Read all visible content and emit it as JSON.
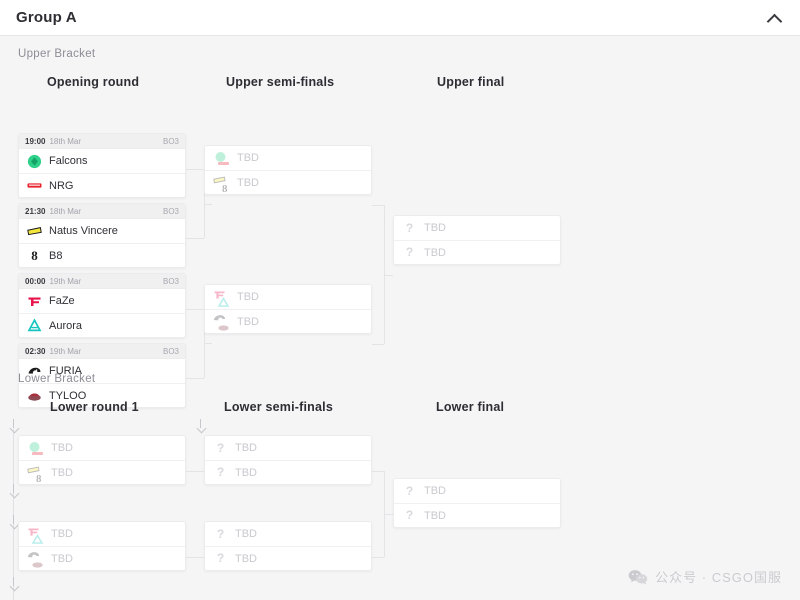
{
  "header": {
    "title": "Group A",
    "collapse_icon": "chevron-up-icon"
  },
  "sections": {
    "upper_label": "Upper Bracket",
    "lower_label": "Lower Bracket"
  },
  "rounds": {
    "upper": [
      "Opening round",
      "Upper semi-finals",
      "Upper final"
    ],
    "lower": [
      "Lower round 1",
      "Lower semi-finals",
      "Lower final"
    ]
  },
  "tbd_label": "TBD",
  "format_label": "BO3",
  "upper_opening": [
    {
      "time": "19:00",
      "date": "18th Mar",
      "format": "BO3",
      "teams": [
        {
          "name": "Falcons",
          "logo": "falcons-logo"
        },
        {
          "name": "NRG",
          "logo": "nrg-logo"
        }
      ]
    },
    {
      "time": "21:30",
      "date": "18th Mar",
      "format": "BO3",
      "teams": [
        {
          "name": "Natus Vincere",
          "logo": "navi-logo"
        },
        {
          "name": "B8",
          "logo": "b8-logo"
        }
      ]
    },
    {
      "time": "00:00",
      "date": "19th Mar",
      "format": "BO3",
      "teams": [
        {
          "name": "FaZe",
          "logo": "faze-logo"
        },
        {
          "name": "Aurora",
          "logo": "aurora-logo"
        }
      ]
    },
    {
      "time": "02:30",
      "date": "19th Mar",
      "format": "BO3",
      "teams": [
        {
          "name": "FURIA",
          "logo": "furia-logo"
        },
        {
          "name": "TYLOO",
          "logo": "tyloo-logo"
        }
      ]
    }
  ],
  "upper_semifinals": [
    {
      "teams": [
        {
          "name": "TBD"
        },
        {
          "name": "TBD"
        }
      ]
    },
    {
      "teams": [
        {
          "name": "TBD"
        },
        {
          "name": "TBD"
        }
      ]
    }
  ],
  "upper_final": {
    "teams": [
      {
        "name": "TBD"
      },
      {
        "name": "TBD"
      }
    ]
  },
  "lower_round1": [
    {
      "teams": [
        {
          "name": "TBD"
        },
        {
          "name": "TBD"
        }
      ]
    },
    {
      "teams": [
        {
          "name": "TBD"
        },
        {
          "name": "TBD"
        }
      ]
    }
  ],
  "lower_semifinals": [
    {
      "teams": [
        {
          "name": "TBD"
        },
        {
          "name": "TBD"
        }
      ]
    },
    {
      "teams": [
        {
          "name": "TBD"
        },
        {
          "name": "TBD"
        }
      ]
    }
  ],
  "lower_final": {
    "teams": [
      {
        "name": "TBD"
      },
      {
        "name": "TBD"
      }
    ]
  },
  "watermark": {
    "text": "公众号 · CSGO国服",
    "icon": "wechat-icon"
  },
  "colors": {
    "page_bg": "#f5f5f6",
    "card_bg": "#ffffff",
    "text": "#2f2f35",
    "muted": "#a2a2aa",
    "tbd": "#c9c9cf",
    "line": "#e4e4e7"
  }
}
